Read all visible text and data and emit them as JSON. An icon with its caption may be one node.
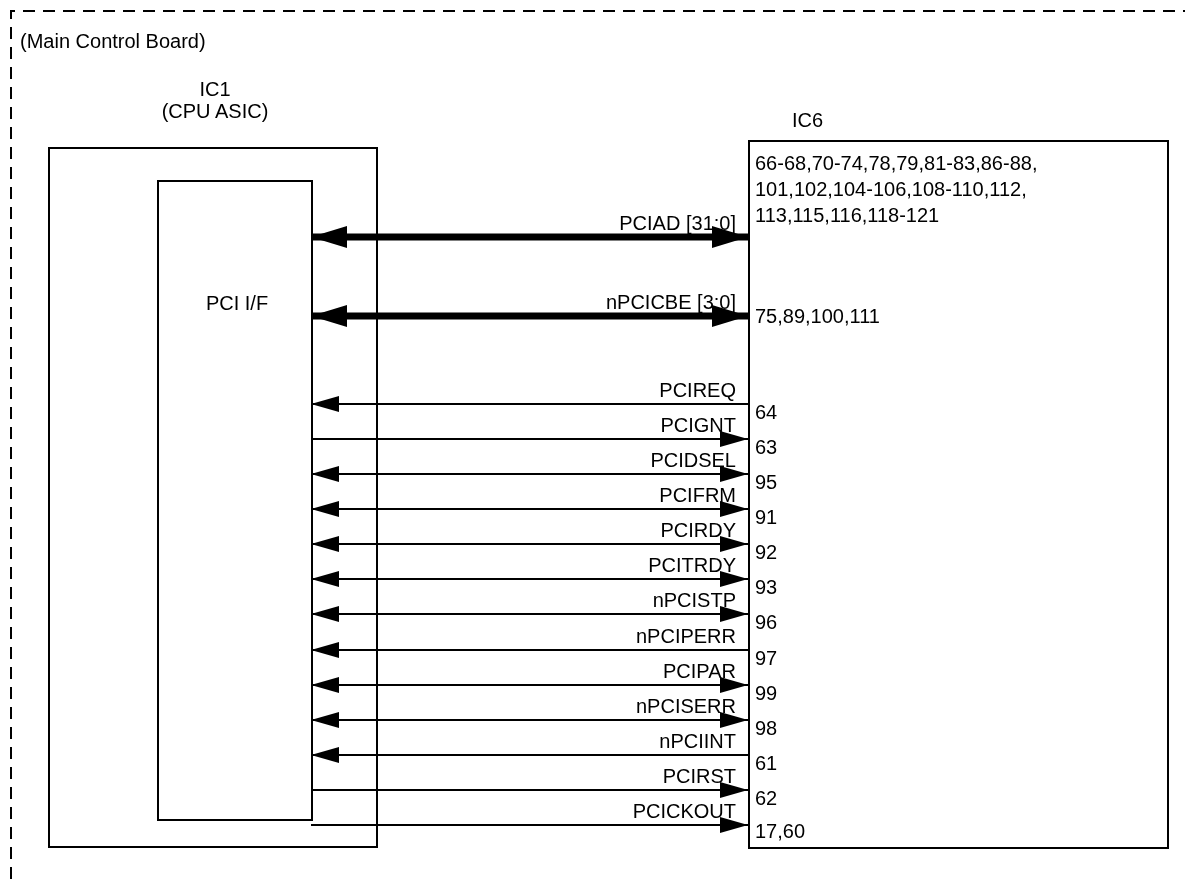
{
  "diagram": {
    "nodes": [
      {
        "text": [
          "(Main Control Board)"
        ]
      },
      {
        "text": [
          "IC1",
          "(CPU ASIC)"
        ],
        "in": 0
      },
      {
        "text": [
          "PCI I/F"
        ],
        "in": 1
      },
      {
        "text": [
          "IC6"
        ],
        "in": 0
      }
    ],
    "edges": [
      {
        "from": 2,
        "to": 3,
        "arrow": "both",
        "label": "PCIAD [31:0]",
        "style": "thick"
      },
      {
        "from": 2,
        "to": 3,
        "arrow": "both",
        "label": "nPCICBE [3:0]",
        "style": "thick"
      },
      {
        "from": 3,
        "to": 2,
        "arrow": "to",
        "label": "PCIREQ"
      },
      {
        "from": 2,
        "to": 3,
        "arrow": "to",
        "label": "PCIGNT"
      },
      {
        "from": 2,
        "to": 3,
        "arrow": "both",
        "label": "PCIDSEL"
      },
      {
        "from": 2,
        "to": 3,
        "arrow": "both",
        "label": "PCIFRM"
      },
      {
        "from": 2,
        "to": 3,
        "arrow": "both",
        "label": "PCIRDY"
      },
      {
        "from": 2,
        "to": 3,
        "arrow": "both",
        "label": "PCITRDY"
      },
      {
        "from": 2,
        "to": 3,
        "arrow": "both",
        "label": "nPCISTP"
      },
      {
        "from": 3,
        "to": 2,
        "arrow": "to",
        "label": "nPCIPERR"
      },
      {
        "from": 2,
        "to": 3,
        "arrow": "both",
        "label": "PCIPAR"
      },
      {
        "from": 2,
        "to": 3,
        "arrow": "both",
        "label": "nPCISERR"
      },
      {
        "from": 3,
        "to": 2,
        "arrow": "to",
        "label": "nPCIINT"
      },
      {
        "from": 2,
        "to": 3,
        "arrow": "to",
        "label": "PCIRST"
      },
      {
        "from": 2,
        "to": 3,
        "arrow": "to",
        "label": "PCICKOUT"
      }
    ],
    "labels": [
      "66-68,70-74,78,79,81-83,86-88, 101,102,104-106,108-110,112, 113,115,116,118-121",
      "75,89,100,111",
      "64",
      "63",
      "95",
      "91",
      "92",
      "93",
      "96",
      "97",
      "99",
      "98",
      "61",
      "62",
      "17,60"
    ]
  }
}
